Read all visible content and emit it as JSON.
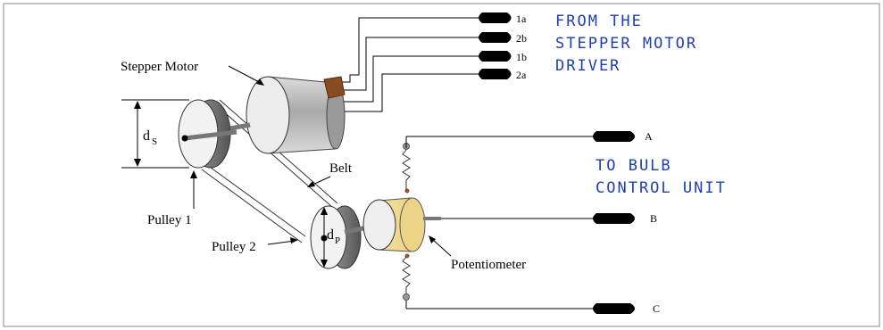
{
  "labels": {
    "stepper_motor": "Stepper Motor",
    "belt": "Belt",
    "pulley_1": "Pulley 1",
    "pulley_2": "Pulley 2",
    "potentiometer": "Potentiometer",
    "ds_main": "d",
    "ds_sub": "S",
    "dp_main": "d",
    "dp_sub": "P"
  },
  "driver_pins": [
    "1a",
    "2b",
    "1b",
    "2a"
  ],
  "driver_note": [
    "FROM THE",
    "STEPPER MOTOR",
    "DRIVER"
  ],
  "bulb_pins": [
    "A",
    "B",
    "C"
  ],
  "bulb_note": [
    "TO BULB",
    "CONTROL UNIT"
  ]
}
